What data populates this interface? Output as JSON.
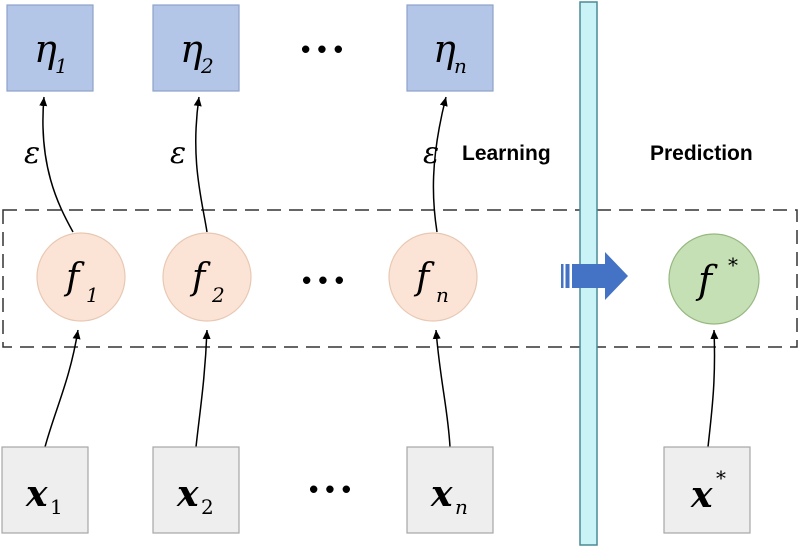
{
  "colors": {
    "top_box_fill": "#b4c6e7",
    "top_box_stroke": "#8ea2c9",
    "bottom_box_fill": "#eeeeee",
    "bottom_box_stroke": "#a6a6a6",
    "node_fill": "#fbe4d5",
    "node_stroke": "#e8c8b3",
    "pred_node_fill": "#c5e0b4",
    "pred_node_stroke": "#97b881",
    "divider_fill": "#c9f3f6",
    "divider_stroke": "#4a8a96",
    "arrow_blue": "#4472c4"
  },
  "outputs": [
    {
      "symbol": "η",
      "sub": "1"
    },
    {
      "symbol": "η",
      "sub": "2"
    },
    {
      "symbol": "η",
      "sub": "n"
    }
  ],
  "noise_label": "ε",
  "functions": [
    {
      "symbol": "f",
      "sub": "1"
    },
    {
      "symbol": "f",
      "sub": "2"
    },
    {
      "symbol": "f",
      "sub": "n"
    }
  ],
  "inputs": [
    {
      "symbol": "x",
      "sub": "1"
    },
    {
      "symbol": "x",
      "sub": "2"
    },
    {
      "symbol": "x",
      "sub": "n"
    }
  ],
  "ellipsis": "• • •",
  "learning_label": "Learning",
  "prediction_label": "Prediction",
  "prediction_node": {
    "symbol": "f",
    "sup": "*"
  },
  "prediction_input": {
    "symbol": "x",
    "sup": "*"
  }
}
